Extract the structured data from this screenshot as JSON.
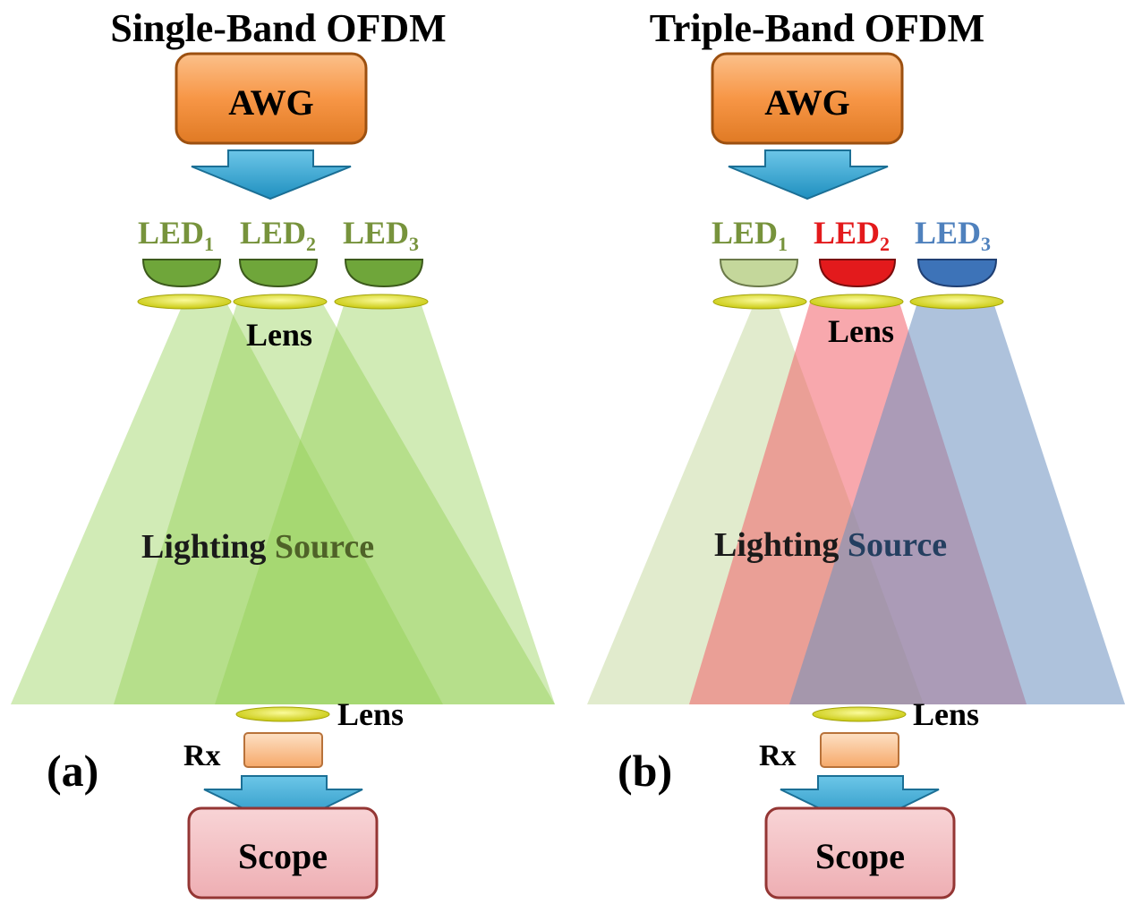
{
  "panels": [
    {
      "label": "(a)",
      "title": "Single-Band OFDM",
      "source_box": "AWG",
      "leds": [
        {
          "text": "LED",
          "sub": "1",
          "color": "#77933c",
          "bulb_color": "#6fa63a"
        },
        {
          "text": "LED",
          "sub": "2",
          "color": "#77933c",
          "bulb_color": "#6fa63a"
        },
        {
          "text": "LED",
          "sub": "3",
          "color": "#77933c",
          "bulb_color": "#6fa63a"
        }
      ],
      "beam_colors": [
        "#92d050",
        "#92d050",
        "#92d050"
      ],
      "tx_lens_label": "Lens",
      "lighting_source": {
        "part1": "Lighting",
        "part2": " Source",
        "color1": "#1a1a1a",
        "color2": "#4f6228"
      },
      "rx_lens_label": "Lens",
      "rx_label": "Rx",
      "output_box": "Scope"
    },
    {
      "label": "(b)",
      "title": "Triple-Band OFDM",
      "source_box": "AWG",
      "leds": [
        {
          "text": "LED",
          "sub": "1",
          "color": "#77933c",
          "bulb_color": "#c4d79b"
        },
        {
          "text": "LED",
          "sub": "2",
          "color": "#e31a1c",
          "bulb_color": "#e31a1c"
        },
        {
          "text": "LED",
          "sub": "3",
          "color": "#4f81bd",
          "bulb_color": "#3d73b8"
        }
      ],
      "beam_colors": [
        "#c4d79b",
        "#f2606a",
        "#6b8fc0"
      ],
      "tx_lens_label": "Lens",
      "lighting_source": {
        "part1": "Lighting",
        "part2": " Source",
        "color1": "#1a1a1a",
        "color2": "#243f60"
      },
      "rx_lens_label": "Lens",
      "rx_label": "Rx",
      "output_box": "Scope"
    }
  ],
  "colors": {
    "awg_box": "#f79646",
    "awg_border": "#9c5010",
    "arrow": "#31a8d6",
    "arrow_dark": "#1b6f95",
    "lens": "#e6e62a",
    "rx_box": "#fac090",
    "scope_box": "#f2c0c4",
    "scope_border": "#943634"
  }
}
